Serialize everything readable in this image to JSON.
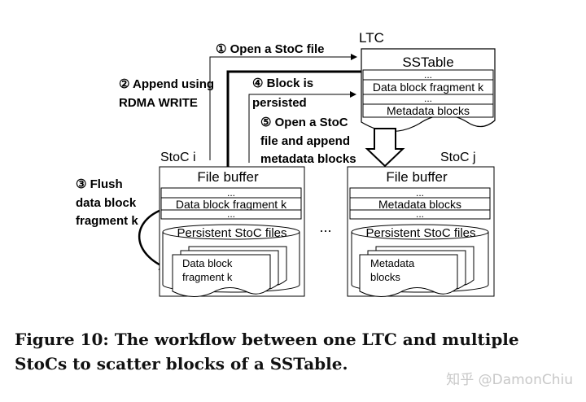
{
  "ltc": {
    "label": "LTC",
    "sstable": {
      "title": "SSTable",
      "rows": [
        "...",
        "Data block fragment k",
        "...",
        "Metadata blocks"
      ]
    }
  },
  "steps": {
    "step1": "① Open a StoC file",
    "step2": [
      "② Append using",
      "RDMA WRITE"
    ],
    "step3": [
      "③ Flush",
      "data block",
      "fragment k"
    ],
    "step4": [
      "④ Block is",
      "persisted"
    ],
    "step5": [
      "⑤ Open a StoC",
      "file and append",
      "metadata blocks"
    ]
  },
  "stoc_i": {
    "label": "StoC i",
    "buffer_title": "File buffer",
    "buffer_rows": [
      "...",
      "Data block fragment k",
      "..."
    ],
    "files_title": "Persistent StoC files",
    "file_text": [
      "Data block",
      "fragment k"
    ]
  },
  "stoc_j": {
    "label": "StoC j",
    "buffer_title": "File buffer",
    "buffer_rows": [
      "...",
      "Metadata blocks",
      "..."
    ],
    "files_title": "Persistent StoC files",
    "file_text": [
      "Metadata",
      "blocks"
    ]
  },
  "ellipsis": "...",
  "caption": "Figure 10: The workflow between one LTC and multiple StoCs to scatter blocks of a SSTable.",
  "watermark": "知乎 @DamonChiu"
}
